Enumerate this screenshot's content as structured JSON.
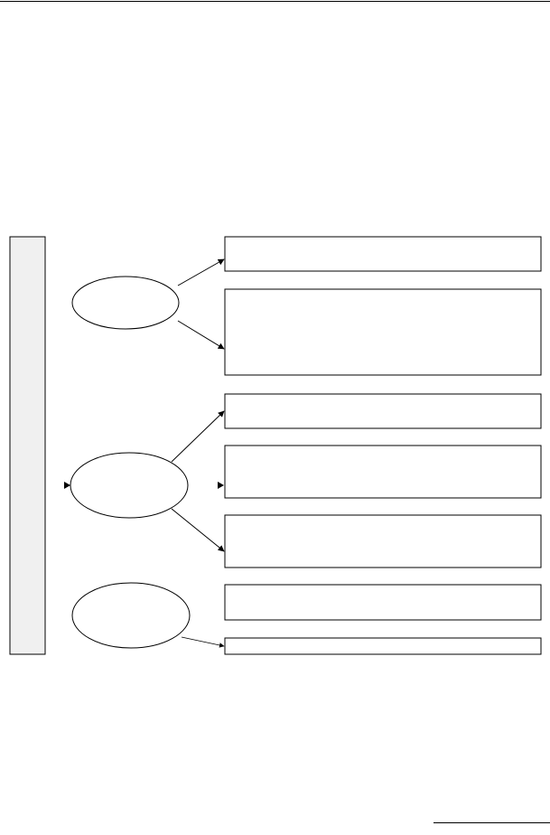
{
  "page": {
    "background": "#ffffff",
    "stroke_color": "#000000",
    "panel_fill": "#f0f0f0"
  },
  "diagram": {
    "nodes": {
      "left_panel": {
        "kind": "rect",
        "text": ""
      },
      "ellipse_top": {
        "kind": "ellipse",
        "text": ""
      },
      "ellipse_middle": {
        "kind": "ellipse",
        "text": ""
      },
      "ellipse_bottom": {
        "kind": "ellipse",
        "text": ""
      },
      "box_1": {
        "kind": "rect",
        "text": ""
      },
      "box_2": {
        "kind": "rect",
        "text": ""
      },
      "box_3": {
        "kind": "rect",
        "text": ""
      },
      "box_4": {
        "kind": "rect",
        "text": ""
      },
      "box_5": {
        "kind": "rect",
        "text": ""
      },
      "box_6": {
        "kind": "rect",
        "text": ""
      },
      "box_7": {
        "kind": "rect",
        "text": ""
      }
    },
    "edges": [
      {
        "from": "ellipse_top",
        "to": "box_1"
      },
      {
        "from": "ellipse_top",
        "to": "box_2"
      },
      {
        "from": "ellipse_middle",
        "to": "box_3"
      },
      {
        "from": "ellipse_middle",
        "to": "box_5"
      },
      {
        "from": "ellipse_bottom",
        "to": "box_7"
      }
    ]
  }
}
